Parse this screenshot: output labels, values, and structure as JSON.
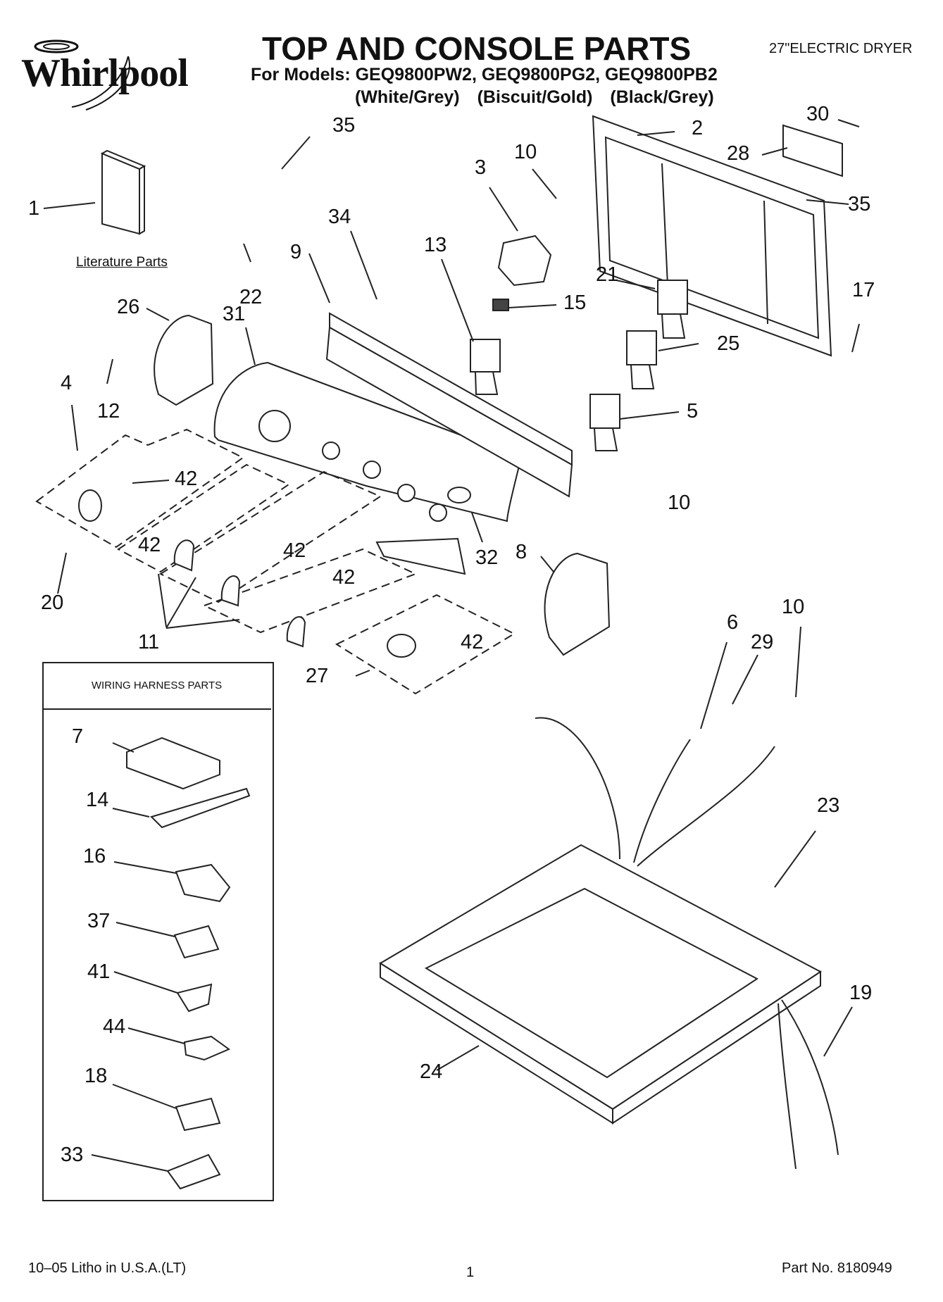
{
  "brand": "Whirlpool",
  "title": "TOP AND CONSOLE PARTS",
  "models_line": "For Models: GEQ9800PW2, GEQ9800PG2, GEQ9800PB2",
  "colors": [
    "(White/Grey)",
    "(Biscuit/Gold)",
    "(Black/Grey)"
  ],
  "product": "27\"ELECTRIC DRYER",
  "literature_label": "Literature Parts",
  "wiring_box_title": "WIRING HARNESS PARTS",
  "footer": {
    "litho": "10–05 Litho in U.S.A.(LT)",
    "page": "1",
    "part_no": "Part No. 8180949"
  },
  "callouts": {
    "c1": "1",
    "c2": "2",
    "c3": "3",
    "c4": "4",
    "c5": "5",
    "c6": "6",
    "c7": "7",
    "c8": "8",
    "c9": "9",
    "c10a": "10",
    "c10b": "10",
    "c10c": "10",
    "c11": "11",
    "c12": "12",
    "c13": "13",
    "c14": "14",
    "c15": "15",
    "c16": "16",
    "c17": "17",
    "c18": "18",
    "c19": "19",
    "c20": "20",
    "c21": "21",
    "c22": "22",
    "c23": "23",
    "c24": "24",
    "c25": "25",
    "c26": "26",
    "c27": "27",
    "c28": "28",
    "c29": "29",
    "c30": "30",
    "c31": "31",
    "c32": "32",
    "c33": "33",
    "c34": "34",
    "c35a": "35",
    "c35b": "35",
    "c37": "37",
    "c41": "41",
    "c42a": "42",
    "c42b": "42",
    "c42c": "42",
    "c42d": "42",
    "c42e": "42",
    "c44": "44"
  }
}
